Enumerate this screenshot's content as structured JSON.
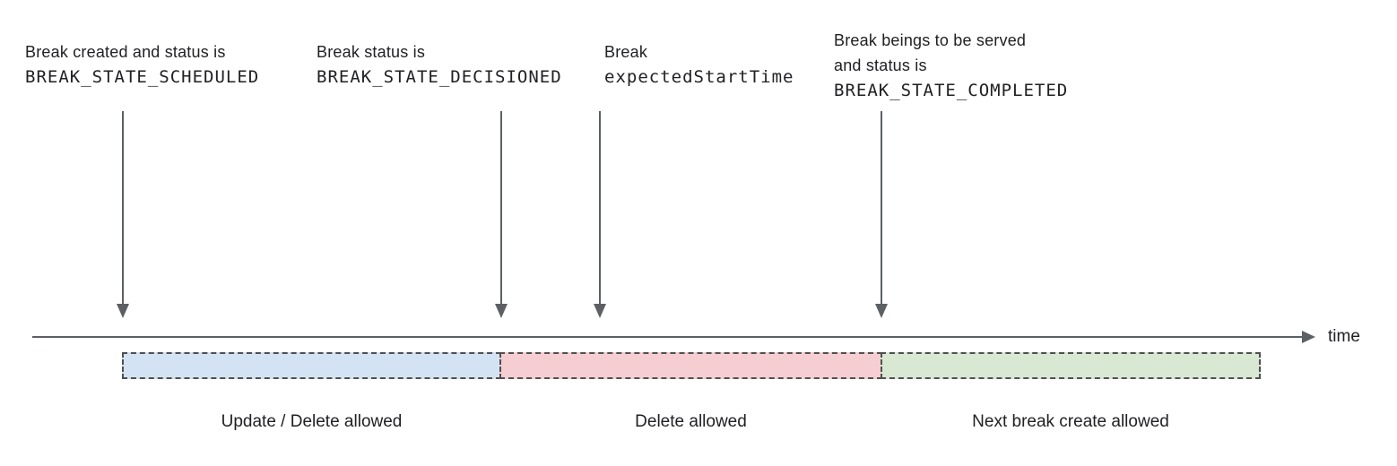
{
  "annotations": [
    {
      "line1": "Break created and status is",
      "line2": "BREAK_STATE_SCHEDULED"
    },
    {
      "line1": "Break status is",
      "line2": "BREAK_STATE_DECISIONED"
    },
    {
      "line1": "Break",
      "line2": "expectedStartTime"
    },
    {
      "line1": "Break beings to be served",
      "line2": "and status is",
      "line3": "BREAK_STATE_COMPLETED"
    }
  ],
  "timeline": {
    "axis_label": "time"
  },
  "segments": [
    {
      "label": "Update / Delete allowed",
      "fill": "#d3e3f4"
    },
    {
      "label": "Delete allowed",
      "fill": "#f5ced1"
    },
    {
      "label": "Next break create allowed",
      "fill": "#d8e8d3"
    }
  ],
  "colors": {
    "arrow": "#5c5f63",
    "dashed_border": "#4f4f4f",
    "text": "#202124"
  }
}
